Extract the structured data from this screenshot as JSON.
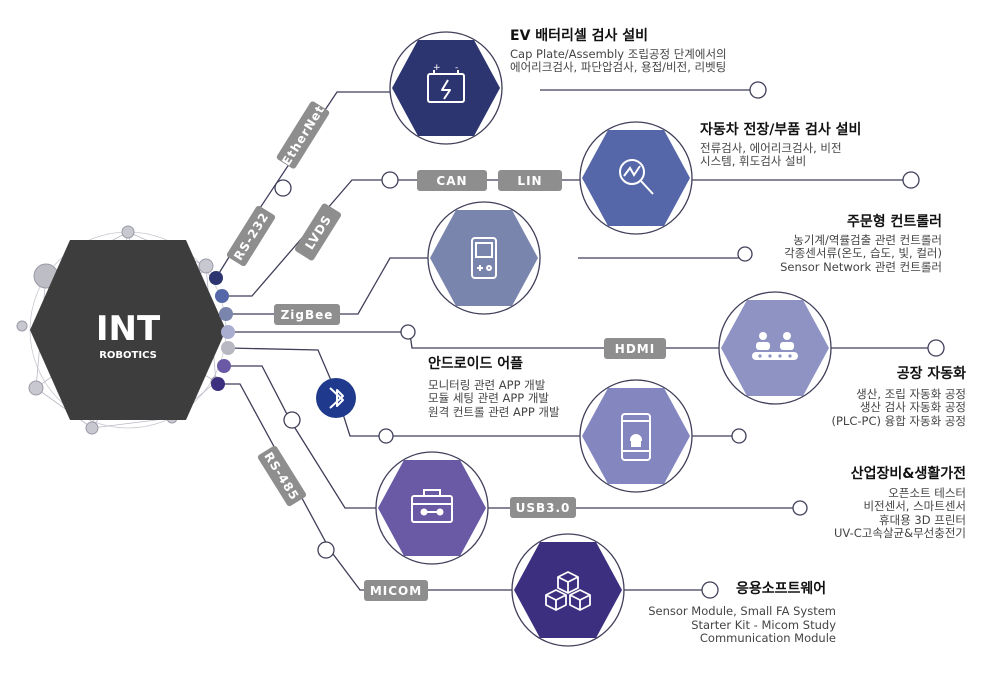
{
  "hub": {
    "title": "INT",
    "subtitle": "ROBOTICS"
  },
  "interfaces": {
    "ethernet": "EtherNet",
    "rs232": "RS-232",
    "lvds": "LVDS",
    "can": "CAN",
    "lin": "LIN",
    "zigbee": "ZigBee",
    "hdmi": "HDMI",
    "usb3": "USB3.0",
    "rs485": "RS-485",
    "micom": "MICOM"
  },
  "products": {
    "ev_battery": {
      "title": "EV 배터리셀 검사 설비",
      "lines": [
        "Cap Plate/Assembly 조립공정 단계에서의",
        "에어리크검사, 파단압검사, 용접/비전, 리벳팅"
      ]
    },
    "automotive": {
      "title": "자동차 전장/부품 검사 설비",
      "lines": [
        "전류검사, 에어리크검사, 비전",
        "시스템, 휘도검사 설비"
      ]
    },
    "custom_controller": {
      "title": "주문형 컨트롤러",
      "lines": [
        "농기계/역률검출 관련 컨트롤러",
        "각종센서류(온도, 습도, 빛, 컬러)",
        "Sensor Network 관련 컨트롤러"
      ]
    },
    "factory_automation": {
      "title": "공장 자동화",
      "lines": [
        "생산, 조립 자동화 공정",
        "생산 검사 자동화 공정",
        "(PLC-PC) 융합 자동화 공정"
      ]
    },
    "android_app": {
      "title": "안드로이드 어플",
      "lines": [
        "모니터링 관련 APP 개발",
        "모듈 세팅 관련 APP 개발",
        "원격 컨트롤 관련 APP 개발"
      ]
    },
    "industrial": {
      "title": "산업장비&생활가전",
      "lines": [
        "오픈소트 테스터",
        "비전센서, 스마트센서",
        "휴대용 3D 프린터",
        "UV-C고속살균&무선충전기"
      ]
    },
    "software": {
      "title": "응용소프트웨어",
      "lines": [
        "Sensor Module, Small FA System",
        "Starter Kit - Micom Study",
        "Communication Module"
      ]
    }
  },
  "icons": {
    "battery": "battery-icon",
    "magnifier": "magnifier-icon",
    "handheld": "handheld-device-icon",
    "conveyor": "conveyor-people-icon",
    "smartphone": "android-phone-icon",
    "toolbox": "toolbox-icon",
    "cubes": "cubes-icon",
    "bluetooth": "bluetooth-icon"
  },
  "colors": {
    "hub": "#3d3d3d",
    "ev": "#2d3570",
    "auto": "#5567a8",
    "controller": "#7a85ad",
    "factory": "#8e93c4",
    "android": "#8486bf",
    "industrial": "#6a5aa6",
    "software": "#3d2f7f",
    "tag": "#8e8e8e",
    "wire": "#3f3f5a"
  }
}
